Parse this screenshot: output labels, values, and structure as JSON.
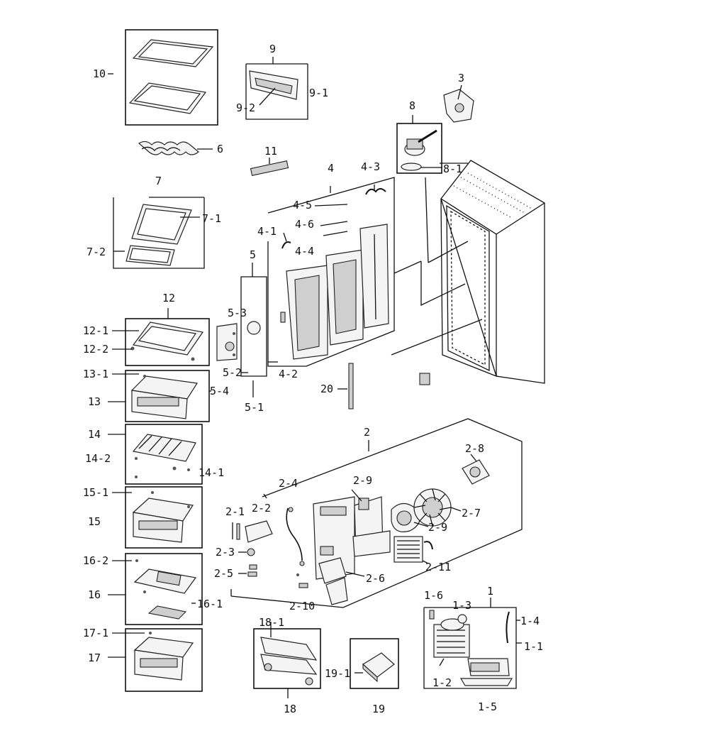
{
  "labels": {
    "l10": "10",
    "l9": "9",
    "l9_1": "9-1",
    "l9_2": "9-2",
    "l3": "3",
    "l8": "8",
    "l8_1": "8-1",
    "l6": "6",
    "l11": "11",
    "l7": "7",
    "l7_1": "7-1",
    "l7_2": "7-2",
    "l4": "4",
    "l4_3": "4-3",
    "l4_5": "4-5",
    "l4_1": "4-1",
    "l4_6": "4-6",
    "l4_4": "4-4",
    "l4_2": "4-2",
    "l5": "5",
    "l5_3": "5-3",
    "l5_2": "5-2",
    "l5_4": "5-4",
    "l5_1": "5-1",
    "l12": "12",
    "l12_1": "12-1",
    "l12_2": "12-2",
    "l13_1": "13-1",
    "l13": "13",
    "l14": "14",
    "l14_2": "14-2",
    "l14_1": "14-1",
    "l15_1": "15-1",
    "l15": "15",
    "l16_2": "16-2",
    "l16": "16",
    "l16_1": "16-1",
    "l17_1": "17-1",
    "l17": "17",
    "l20": "20",
    "l2": "2",
    "l2_8": "2-8",
    "l2_4": "2-4",
    "l2_9a": "2-9",
    "l2_9b": "2-9",
    "l2_7": "2-7",
    "l2_1": "2-1",
    "l2_2": "2-2",
    "l2_3": "2-3",
    "l2_5": "2-5",
    "l2_6": "2-6",
    "l2_10": "2-10",
    "l2_11": "2-11",
    "l1": "1",
    "l1_6": "1-6",
    "l1_3": "1-3",
    "l1_4": "1-4",
    "l1_1": "1-1",
    "l1_2": "1-2",
    "l1_5": "1-5",
    "l18_1": "18-1",
    "l18": "18",
    "l19_1": "19-1",
    "l19": "19"
  }
}
